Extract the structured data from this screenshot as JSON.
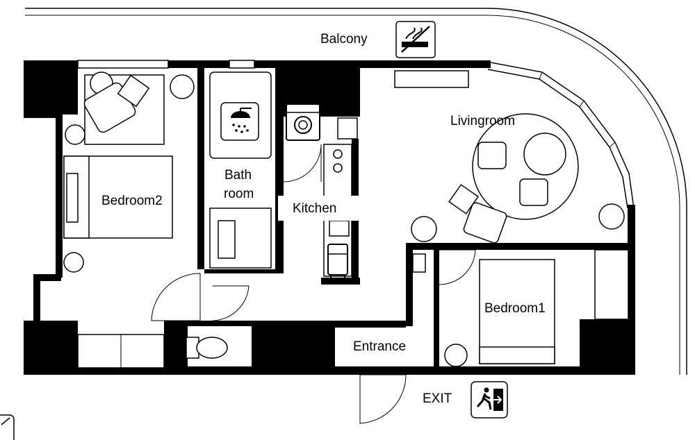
{
  "rooms": {
    "balcony": "Balcony",
    "bedroom2": "Bedroom2",
    "bath_line1": "Bath",
    "bath_line2": "room",
    "kitchen": "Kitchen",
    "livingroom": "Livingroom",
    "bedroom1": "Bedroom1",
    "entrance": "Entrance",
    "exit": "EXIT"
  },
  "icons": {
    "no_smoking": "no-smoking-sign-icon",
    "exit": "emergency-exit-sign-icon",
    "shower": "shower-icon",
    "washer": "washing-machine-icon",
    "fridge": "refrigerator-icon",
    "toilet": "toilet-icon",
    "compass": "north-arrow-icon"
  },
  "colors": {
    "wall": "#000000",
    "background": "#ffffff"
  }
}
